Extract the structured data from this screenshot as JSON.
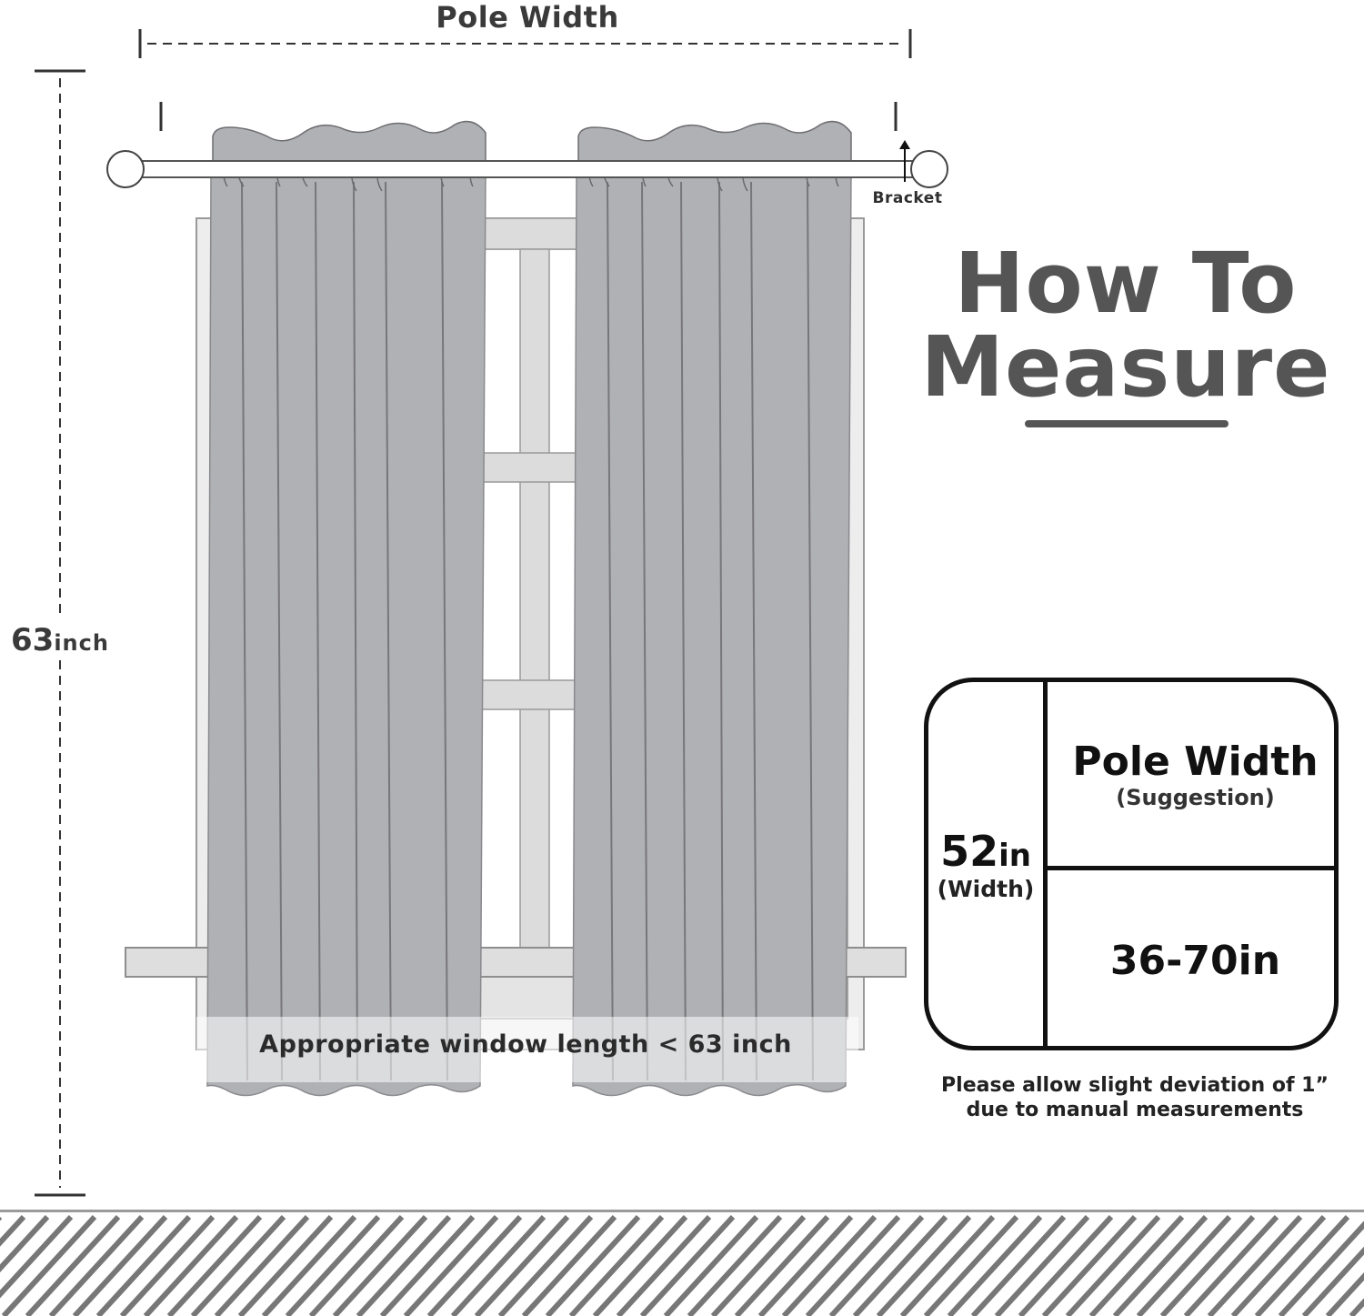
{
  "diagram": {
    "pole_width_label": "Pole Width",
    "bracket_label": "Bracket",
    "height_value": "63",
    "height_unit": "inch",
    "window_length_note": "Appropriate window length < 63 inch"
  },
  "title": {
    "line1": "How To",
    "line2": "Measure"
  },
  "spec_table": {
    "curtain_width_value": "52",
    "curtain_width_unit": "in",
    "curtain_width_caption": "(Width)",
    "pole_width_header": "Pole Width",
    "pole_width_caption": "(Suggestion)",
    "pole_width_range": "36-70in"
  },
  "deviation_note": "Please allow slight deviation of 1” due to manual measurements",
  "colors": {
    "curtain": "#b0b1b5",
    "window_frame": "#d9d9d9",
    "title": "#555555",
    "floor_hatch": "#777777"
  }
}
